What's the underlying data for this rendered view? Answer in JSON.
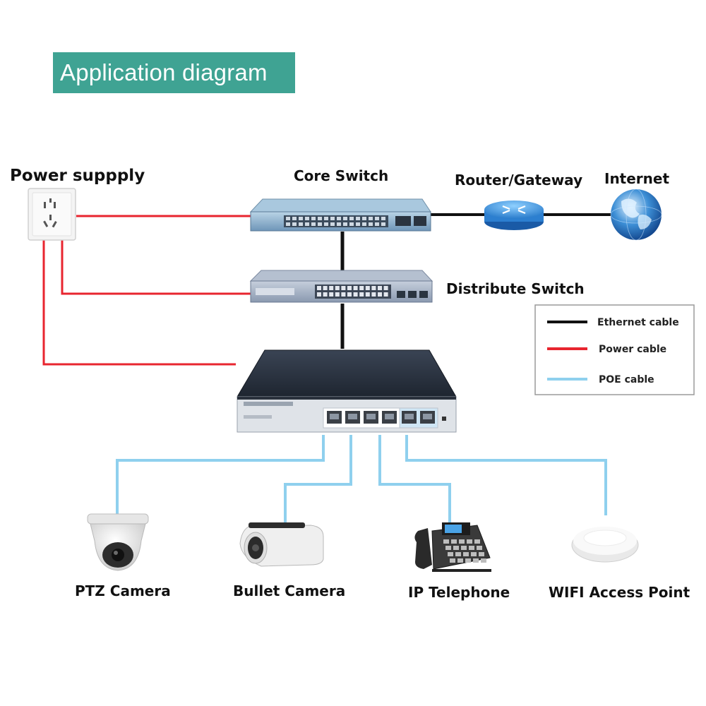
{
  "title": "Application diagram",
  "colors": {
    "ethernet": "#111111",
    "power": "#e8252f",
    "poe": "#8fd0ee",
    "title_bg": "#3fa393"
  },
  "labels": {
    "power_supply": "Power suppply",
    "core_switch": "Core Switch",
    "router": "Router/Gateway",
    "internet": "Internet",
    "distribute_switch": "Distribute Switch",
    "ptz_camera": "PTZ Camera",
    "bullet_camera": "Bullet Camera",
    "ip_telephone": "IP Telephone",
    "wifi_ap": "WIFI Access Point"
  },
  "legend": [
    {
      "name": "Ethernet cable",
      "color": "#111111"
    },
    {
      "name": "Power cable",
      "color": "#e8252f"
    },
    {
      "name": "POE cable",
      "color": "#8fd0ee"
    }
  ],
  "icons": [
    "power-socket-icon",
    "core-switch-icon",
    "router-icon",
    "globe-icon",
    "distribute-switch-icon",
    "poe-switch-icon",
    "dome-camera-icon",
    "bullet-camera-icon",
    "ip-phone-icon",
    "access-point-icon"
  ]
}
